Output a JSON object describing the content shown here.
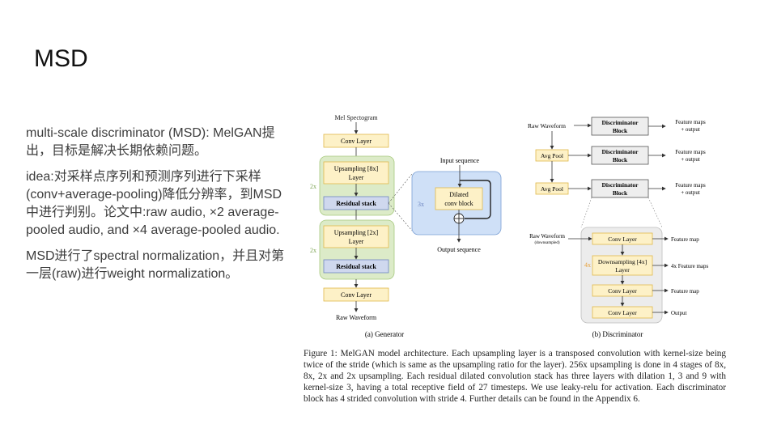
{
  "slide": {
    "title": "MSD",
    "paragraphs": [
      "multi-scale discriminator (MSD): MelGAN提出，目标是解决长期依赖问题。",
      "idea:对采样点序列和预测序列进行下采样(conv+average-pooling)降低分辨率，到MSD中进行判别。论文中:raw audio, ×2 average-pooled audio, and ×4 average-pooled audio.",
      "MSD进行了spectral normalization，并且对第一层(raw)进行weight normalization。"
    ]
  },
  "figure": {
    "generator": {
      "mel_label": "Mel Spectogram",
      "conv_in": "Conv Layer",
      "up1_line1": "Upsampling [8x]",
      "up1_line2": "Layer",
      "res1": "Residual stack",
      "up2_line1": "Upsampling [2x]",
      "up2_line2": "Layer",
      "res2": "Residual stack",
      "conv_out": "Conv Layer",
      "raw_label": "Raw Waveform",
      "mult1": "2x",
      "mult2": "2x",
      "sub_caption": "(a) Generator"
    },
    "residual": {
      "input_label": "Input sequence",
      "mult": "3x",
      "block_line1": "Dilated",
      "block_line2": "conv block",
      "output_label": "Output sequence"
    },
    "discriminator": {
      "raw_label": "Raw Waveform",
      "avgpool1": "Avg Pool",
      "avgpool2": "Avg Pool",
      "block_line1": "Discriminator",
      "block_line2": "Block",
      "fm_line1": "Feature maps",
      "fm_line2": "+ output",
      "detail_raw_line1": "Raw Waveform",
      "detail_raw_line2": "(downsampled)",
      "conv1": "Conv Layer",
      "down_line1": "Downsampling [4x]",
      "down_line2": "Layer",
      "down_mult": "4x",
      "conv2": "Conv Layer",
      "conv3": "Conv Layer",
      "out1": "Feature map",
      "out2": "4x Feature maps",
      "out3": "Feature map",
      "out4": "Output",
      "sub_caption": "(b) Discriminator"
    },
    "caption": "Figure 1: MelGAN model architecture. Each upsampling layer is a transposed convolution with kernel-size being twice of the stride (which is same as the upsampling ratio for the layer). 256x upsampling is done in 4 stages of 8x, 8x, 2x and 2x upsampling. Each residual dilated convolution stack has three layers with dilation 1, 3 and 9 with kernel-size 3, having a total receptive field of 27 timesteps. We use leaky-relu for activation. Each discriminator block has 4 strided convolution with stride 4. Further details can be found in the Appendix 6.",
    "colors": {
      "conv_fill": "#fdf1c7",
      "conv_stroke": "#e0b94a",
      "group_green": "#dcebc8",
      "group_green_stroke": "#a7c97f",
      "residual_fill": "#cfd8ee",
      "residual_stroke": "#6e86c0",
      "blue_panel": "#cfe0f7",
      "blue_panel_stroke": "#7a9fd4",
      "gray_block": "#eeeeee",
      "gray_panel": "#ececec",
      "mult_orange": "#e8a23a",
      "mult_green": "#7da453",
      "mult_blue": "#6e86c0"
    }
  }
}
